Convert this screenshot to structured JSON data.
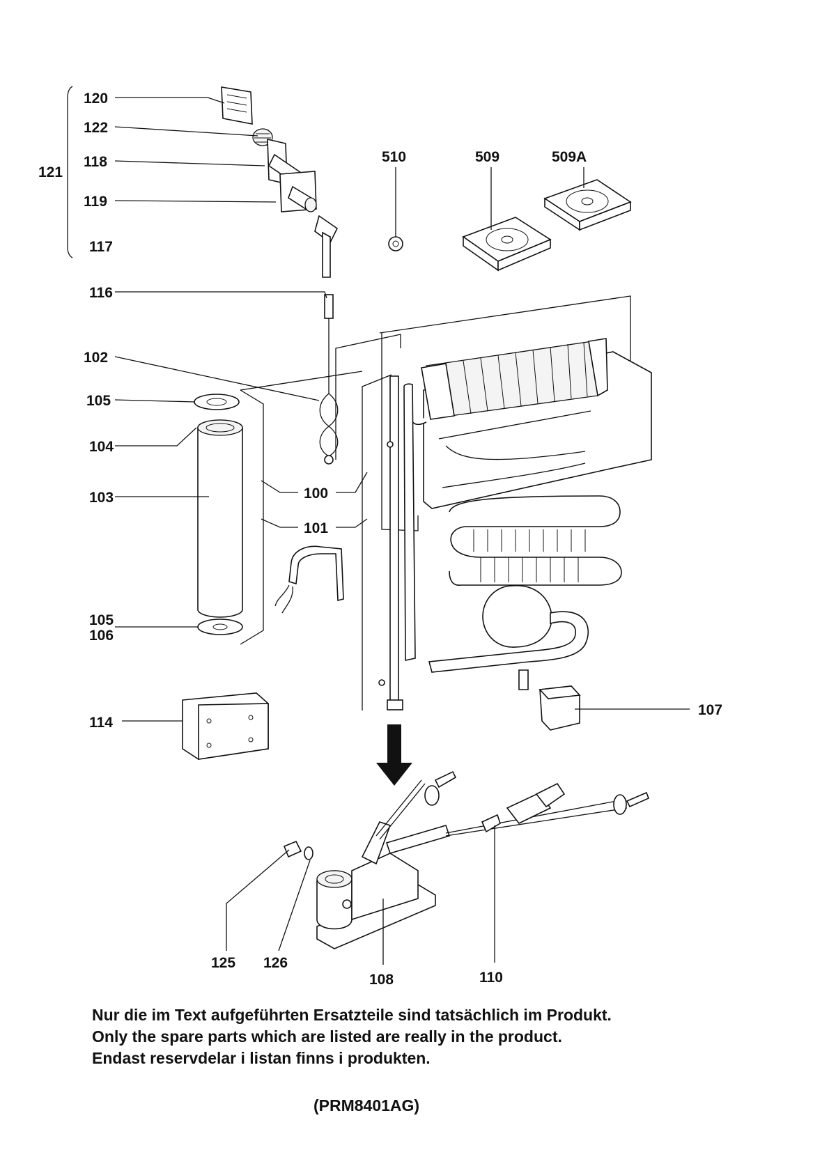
{
  "diagram": {
    "labels": {
      "p120": "120",
      "p122": "122",
      "p121": "121",
      "p118": "118",
      "p119": "119",
      "p117": "117",
      "p116": "116",
      "p102": "102",
      "p105a": "105",
      "p104": "104",
      "p103": "103",
      "p100": "100",
      "p101": "101",
      "p105b": "105",
      "p106": "106",
      "p114": "114",
      "p107": "107",
      "p510": "510",
      "p509": "509",
      "p509a": "509A",
      "p125": "125",
      "p126": "126",
      "p108": "108",
      "p110": "110"
    }
  },
  "notes": {
    "line1": "Nur die im Text aufgeführten Ersatzteile sind tatsächlich im Produkt.",
    "line2": "Only the spare parts which are listed are really in the product.",
    "line3": "Endast reservdelar i listan finns i produkten."
  },
  "drawing_code": "(PRM8401AG)"
}
